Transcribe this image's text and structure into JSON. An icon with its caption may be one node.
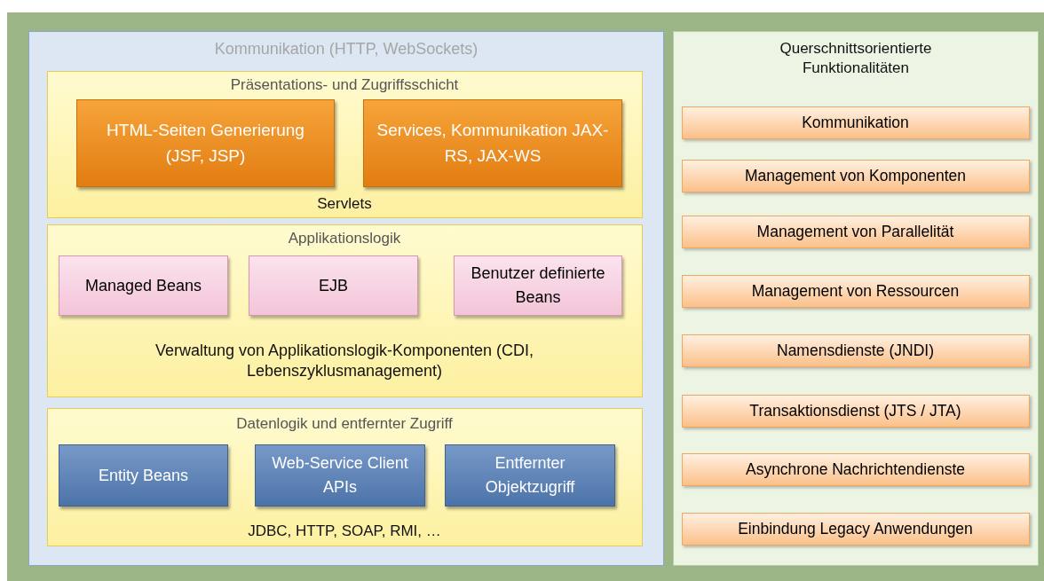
{
  "diagram": {
    "nodes": [
      {
        "text": [
          "Kommunikation (HTTP, WebSockets)"
        ]
      },
      {
        "text": [
          "Präsentations- und Zugriffsschicht",
          "Servlets"
        ],
        "in": 0
      },
      {
        "text": [
          "HTML-Seiten Generierung (JSF, JSP)"
        ],
        "in": 1
      },
      {
        "text": [
          "Services, Kommunikation JAX-RS, JAX-WS"
        ],
        "in": 1
      },
      {
        "text": [
          "Applikationslogik",
          "Verwaltung von Applikationslogik-Komponenten (CDI, Lebenszyklusmanagement)"
        ],
        "in": 0
      },
      {
        "text": [
          "Managed Beans"
        ],
        "in": 4
      },
      {
        "text": [
          "EJB"
        ],
        "in": 4
      },
      {
        "text": [
          "Benutzer definierte Beans"
        ],
        "in": 4
      },
      {
        "text": [
          "Datenlogik und entfernter Zugriff",
          "JDBC, HTTP, SOAP, RMI, …"
        ],
        "in": 0
      },
      {
        "text": [
          "Entity Beans"
        ],
        "in": 8
      },
      {
        "text": [
          "Web-Service Client APIs"
        ],
        "in": 8
      },
      {
        "text": [
          "Entfernter Objektzugriff"
        ],
        "in": 8
      },
      {
        "text": [
          "Querschnittsorientierte Funktionalitäten"
        ]
      },
      {
        "text": [
          "Kommunikation"
        ],
        "in": 12
      },
      {
        "text": [
          "Management von Komponenten"
        ],
        "in": 12
      },
      {
        "text": [
          "Management von Parallelität"
        ],
        "in": 12
      },
      {
        "text": [
          "Management von Ressourcen"
        ],
        "in": 12
      },
      {
        "text": [
          "Namensdienste (JNDI)"
        ],
        "in": 12
      },
      {
        "text": [
          "Transaktionsdienst (JTS / JTA)"
        ],
        "in": 12
      },
      {
        "text": [
          "Asynchrone Nachrichtendienste"
        ],
        "in": 12
      },
      {
        "text": [
          "Einbindung Legacy Anwendungen"
        ],
        "in": 12
      }
    ]
  }
}
